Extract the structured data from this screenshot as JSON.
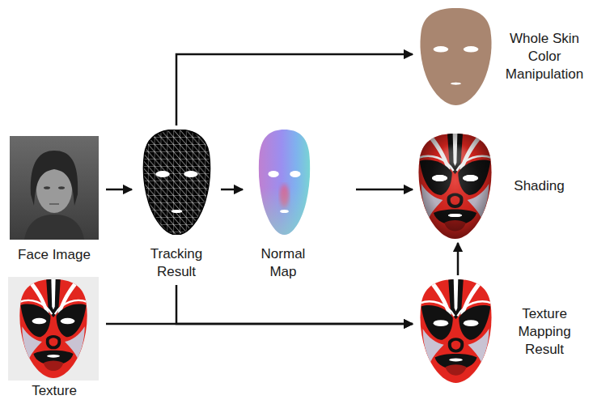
{
  "diagram": {
    "nodes": [
      {
        "text": [
          "Whole Skin Color Manipulation"
        ]
      },
      {
        "text": [
          "Face Image"
        ]
      },
      {
        "text": [
          "Tracking Result"
        ]
      },
      {
        "text": [
          "Normal Map"
        ]
      },
      {
        "text": [
          "Shading"
        ]
      },
      {
        "text": [
          "Texture"
        ]
      },
      {
        "text": [
          "Texture Mapping Result"
        ]
      }
    ],
    "edges": [
      {
        "from": 1,
        "to": 2,
        "arrow": "to"
      },
      {
        "from": 2,
        "to": 3,
        "arrow": "to"
      },
      {
        "from": 2,
        "to": 0,
        "arrow": "to"
      },
      {
        "from": 3,
        "to": 4,
        "arrow": "to"
      },
      {
        "from": 6,
        "to": 4,
        "arrow": "to"
      },
      {
        "from": 5,
        "to": 6,
        "arrow": "to"
      },
      {
        "from": 2,
        "to": 6,
        "arrow": "to"
      }
    ]
  }
}
